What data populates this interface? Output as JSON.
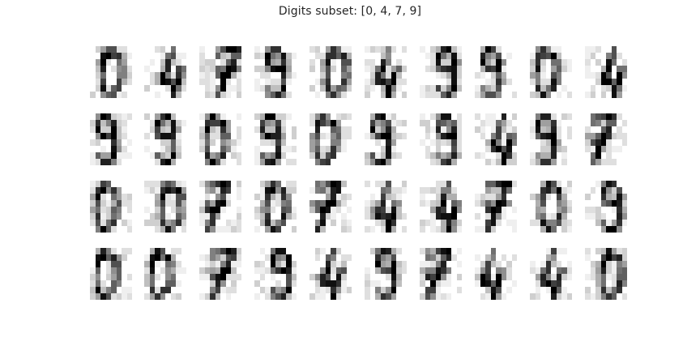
{
  "figure": {
    "title": "Digits subset: [0, 4, 7, 9]"
  },
  "colors": {
    "background": "#ffffff",
    "title_text": "#262626",
    "colormap": "gray_r"
  },
  "image_grid": {
    "rows": 4,
    "cols": 10,
    "resolution": "8x8",
    "digits_shown": [
      [
        0,
        4,
        7,
        9,
        0,
        4,
        9,
        9,
        0,
        4
      ],
      [
        9,
        9,
        0,
        9,
        0,
        9,
        9,
        4,
        9,
        7
      ],
      [
        0,
        0,
        7,
        0,
        7,
        4,
        4,
        7,
        0,
        9
      ],
      [
        0,
        0,
        7,
        9,
        4,
        9,
        7,
        4,
        4,
        0
      ]
    ]
  }
}
